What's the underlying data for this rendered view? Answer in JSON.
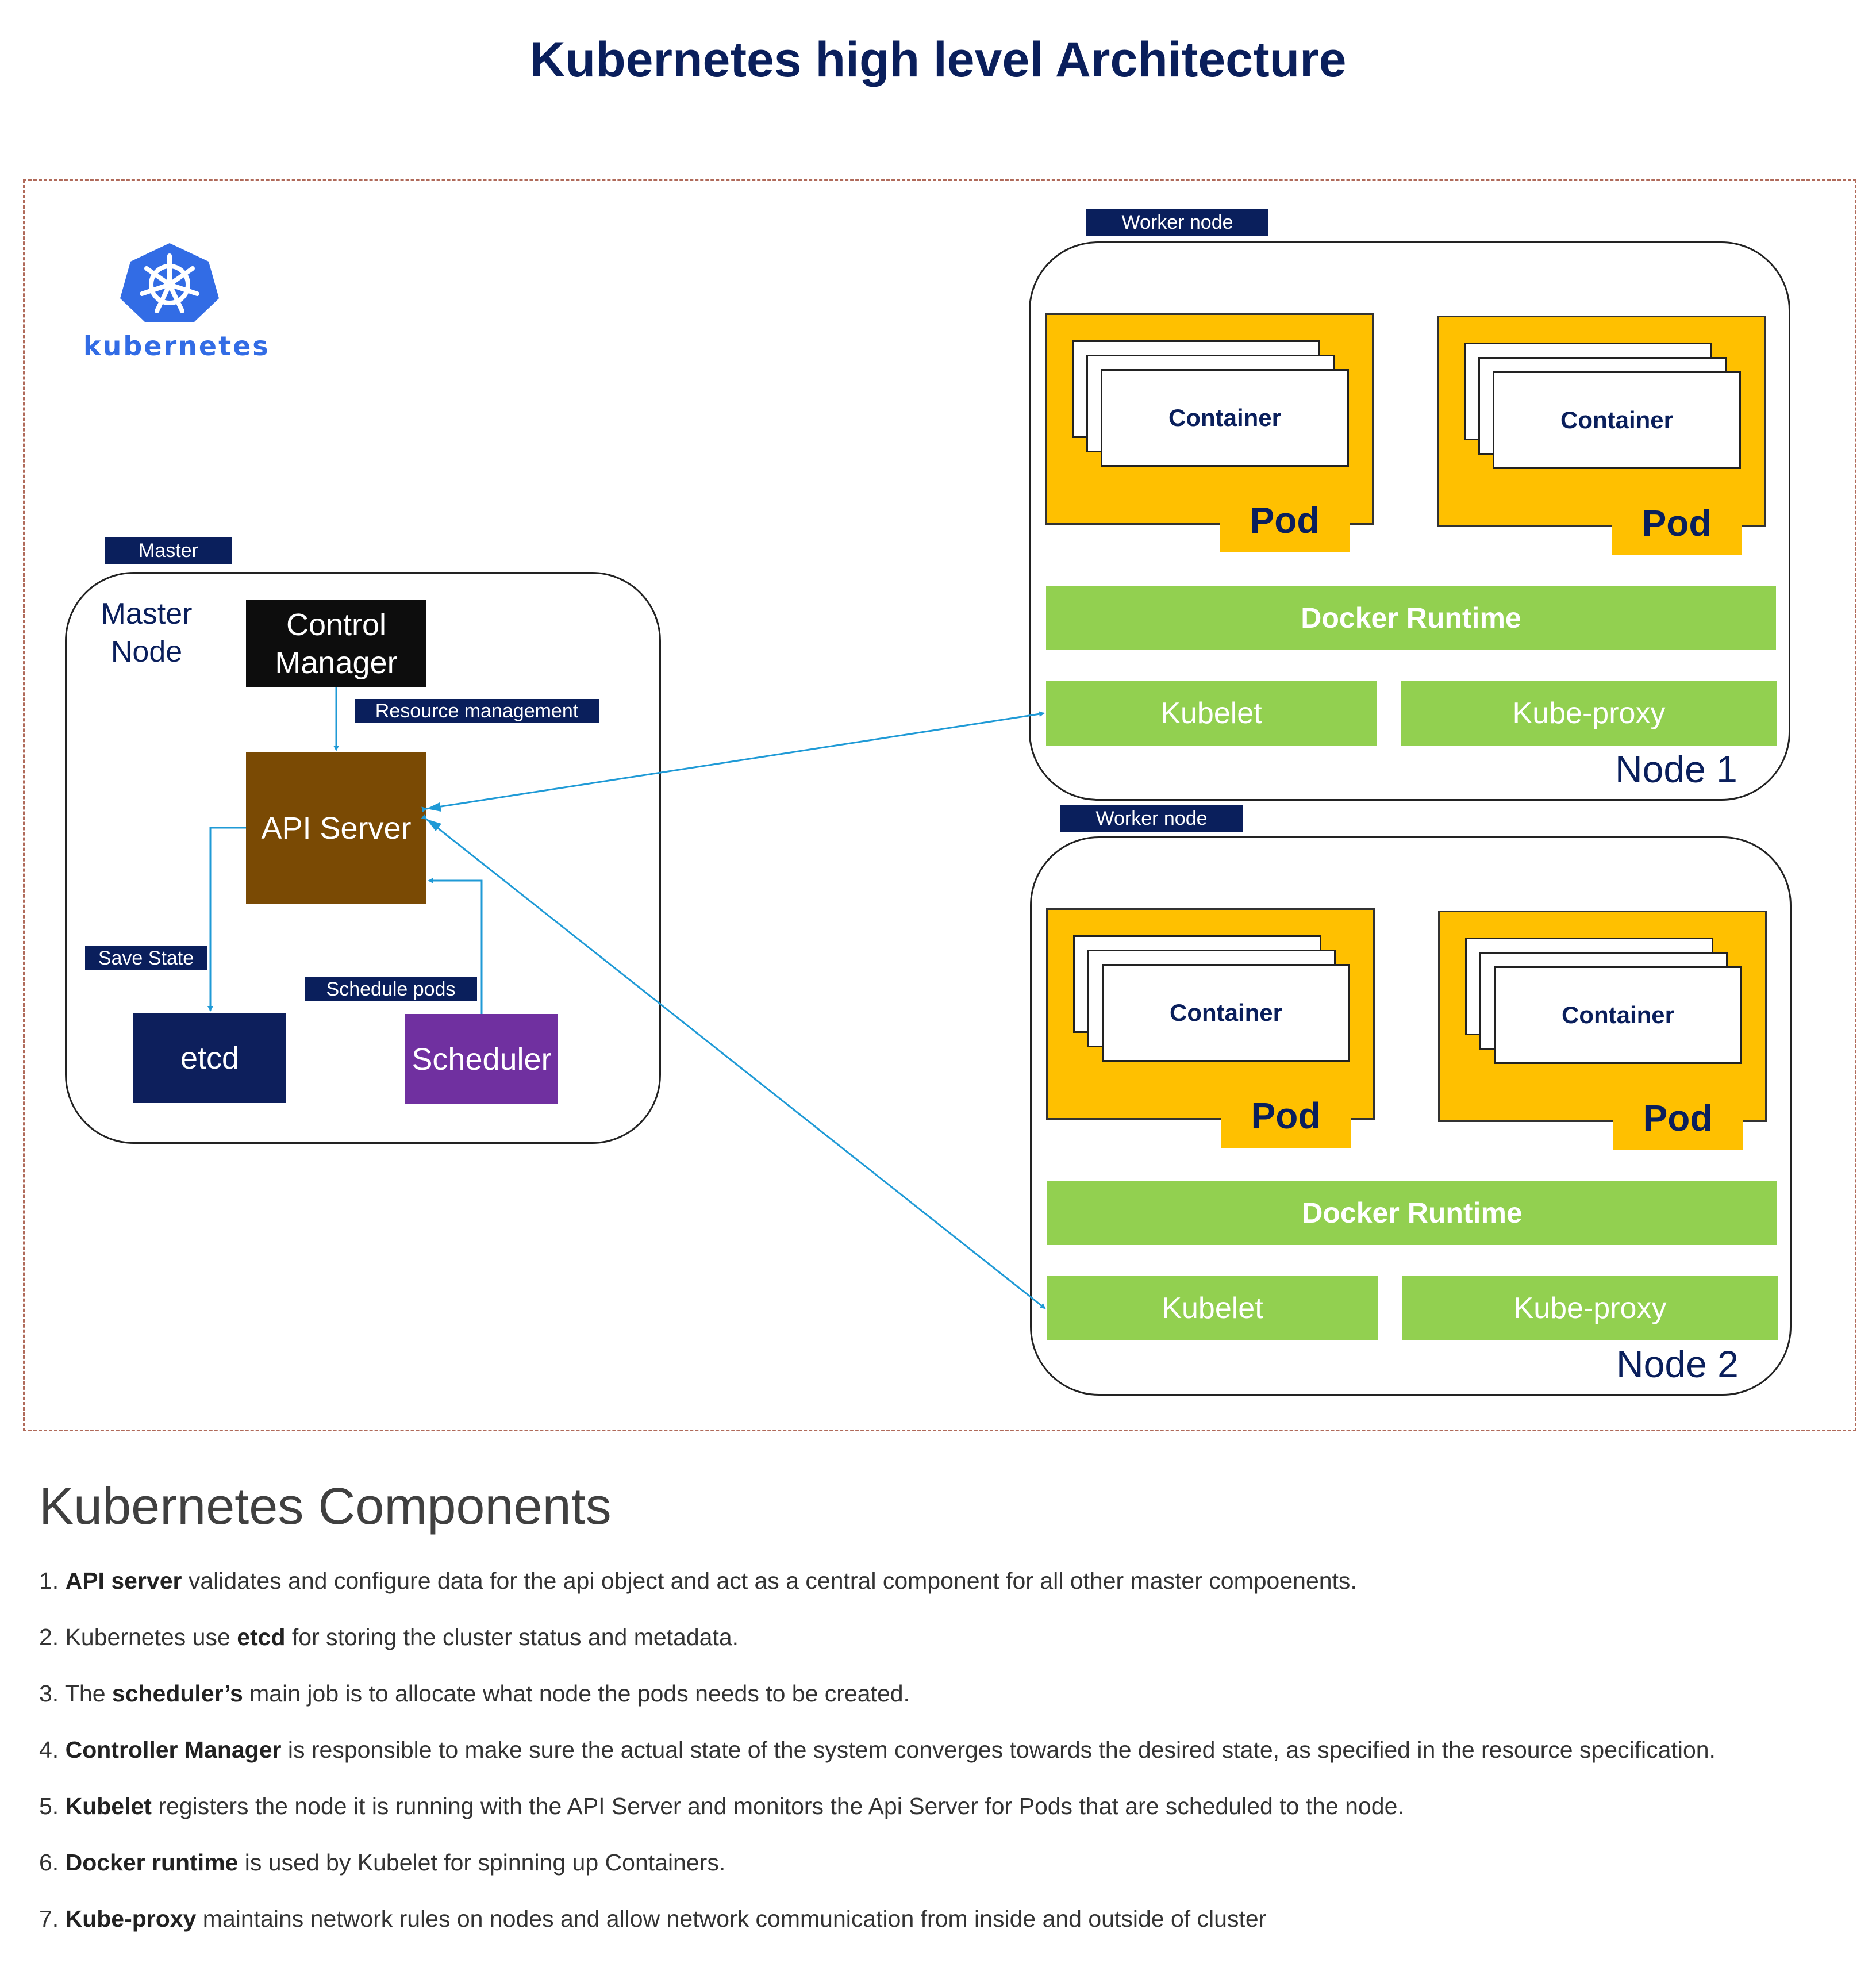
{
  "title": "Kubernetes high level Architecture",
  "logo": {
    "icon": "helm-wheel-icon",
    "wordmark": "kubernetes",
    "color": "#326ce5"
  },
  "master": {
    "tag": "Master",
    "node_label_line1": "Master",
    "node_label_line2": "Node",
    "control_manager_line1": "Control",
    "control_manager_line2": "Manager",
    "api_server": "API Server",
    "etcd": "etcd",
    "scheduler": "Scheduler",
    "resource_management": "Resource management",
    "save_state": "Save State",
    "schedule_pods": "Schedule pods"
  },
  "nodes": [
    {
      "tag": "Worker node",
      "name": "Node 1",
      "pods": [
        {
          "container": "Container",
          "pod": "Pod"
        },
        {
          "container": "Container",
          "pod": "Pod"
        }
      ],
      "runtime": "Docker Runtime",
      "kubelet": "Kubelet",
      "kube_proxy": "Kube-proxy"
    },
    {
      "tag": "Worker node",
      "name": "Node 2",
      "pods": [
        {
          "container": "Container",
          "pod": "Pod"
        },
        {
          "container": "Container",
          "pod": "Pod"
        }
      ],
      "runtime": "Docker Runtime",
      "kubelet": "Kubelet",
      "kube_proxy": "Kube-proxy"
    }
  ],
  "components": {
    "heading": "Kubernetes Components",
    "items": [
      {
        "prefix": "1. ",
        "bold": "API server",
        "text": " validates and configure data for the api object and act as a central component for all other master compoenents."
      },
      {
        "prefix": "2.  Kubernetes use ",
        "bold": "etcd",
        "text": " for storing the cluster status and metadata."
      },
      {
        "prefix": "3.  The ",
        "bold": "scheduler’s",
        "text": " main job is to allocate what node the pods needs to be created."
      },
      {
        "prefix": "4.  ",
        "bold": "Controller Manager",
        "text": " is responsible to make sure the actual state of the system converges towards the desired state, as specified in the resource specification."
      },
      {
        "prefix": "5.  ",
        "bold": "Kubelet",
        "text": " registers the node it is running with the API Server and monitors the Api Server for Pods that are scheduled to the node."
      },
      {
        "prefix": "6.  ",
        "bold": "Docker runtime",
        "text": " is used by Kubelet for spinning up Containers."
      },
      {
        "prefix": "7. ",
        "bold": "Kube-proxy",
        "text": " maintains network rules on nodes and allow network communication from inside and outside of cluster"
      }
    ]
  },
  "colors": {
    "navy": "#0a1f5c",
    "pod_yellow": "#ffc000",
    "green": "#92d050",
    "api_brown": "#7a4a04",
    "scheduler_purple": "#7030a0",
    "arrow_blue": "#1f9ad6"
  }
}
